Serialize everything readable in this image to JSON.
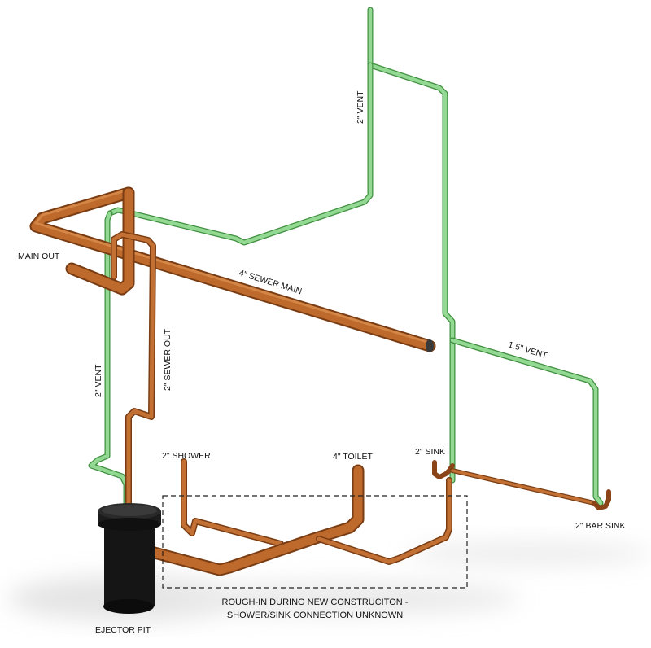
{
  "labels": {
    "main_out": "MAIN OUT",
    "sewer_main": "4\" SEWER MAIN",
    "vent_upper": "2\" VENT",
    "vent_left": "2\" VENT",
    "sewer_out": "2\" SEWER OUT",
    "vent_small": "1.5\" VENT",
    "shower": "2\" SHOWER",
    "toilet": "4\" TOILET",
    "sink": "2\" SINK",
    "bar_sink": "2\" BAR SINK",
    "ejector_pit": "EJECTOR PIT",
    "note_line1": "ROUGH-IN DURING NEW CONSTRUCITON -",
    "note_line2": "SHOWER/SINK CONNECTION UNKNOWN"
  },
  "colors": {
    "copper": "#b8662a",
    "copper_dark": "#7a3c12",
    "copper_light": "#d98a4a",
    "vent": "#8fd68f",
    "vent_dark": "#3f8f3f",
    "pit": "#151515",
    "shadow": "#d6d6d6",
    "dashed_box": "#222222"
  }
}
